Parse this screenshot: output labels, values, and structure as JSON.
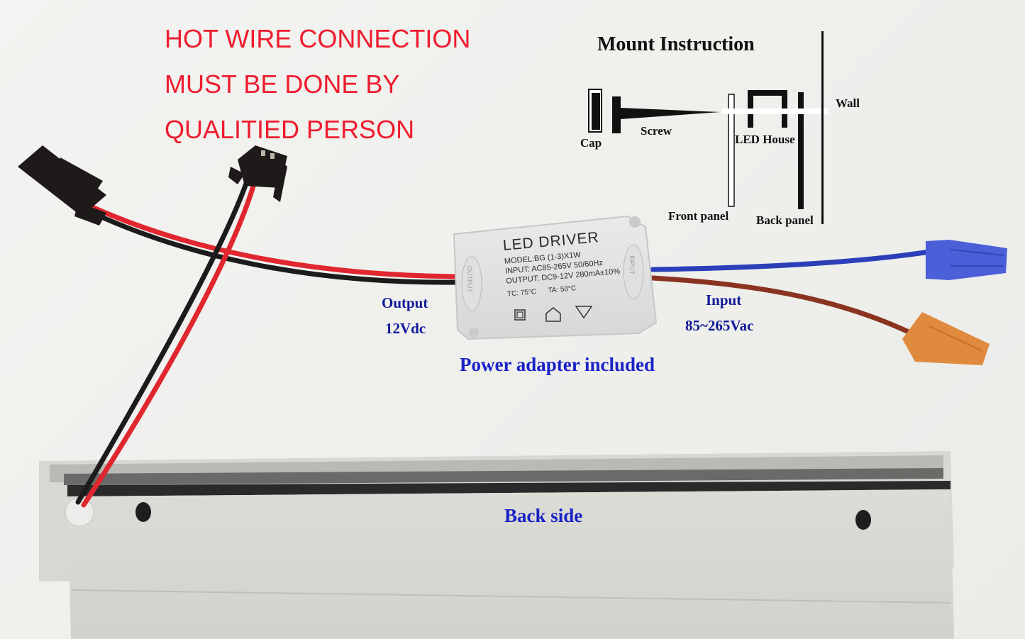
{
  "warning": {
    "lines": [
      "HOT WIRE CONNECTION",
      "MUST BE DONE BY",
      "QUALITIED PERSON"
    ],
    "color": "#ee1c2e"
  },
  "mount_instruction": {
    "title": "Mount Instruction",
    "labels": {
      "cap": "Cap",
      "screw": "Screw",
      "led_house": "LED House",
      "front_panel": "Front panel",
      "back_panel": "Back panel",
      "wall": "Wall"
    }
  },
  "driver": {
    "title": "LED DRIVER",
    "model": "MODEL:BG (1-3)X1W",
    "input": "INPUT: AC85-265V 50/60Hz",
    "output": "OUTPUT: DC9-12V  280mA±10%",
    "tc": "TC: 75°C",
    "ta": "TA: 50°C",
    "left_port": "OUTPUT",
    "right_port": "INPUT"
  },
  "annotations": {
    "output_label": "Output",
    "output_value": "12Vdc",
    "input_label": "Input",
    "input_value": "85~265Vac",
    "power_adapter": "Power adapter included",
    "back_side": "Back side"
  },
  "colors": {
    "annotation_blue": "#1a22c8",
    "annotation_navy": "#101a9a",
    "wire_red": "#e0262e",
    "wire_black": "#1b1b1b",
    "wire_blue": "#2a3fb8",
    "wire_brown": "#8a3320",
    "wire_nut_blue": "#4a5fd8",
    "wire_nut_orange": "#e08a3e"
  }
}
